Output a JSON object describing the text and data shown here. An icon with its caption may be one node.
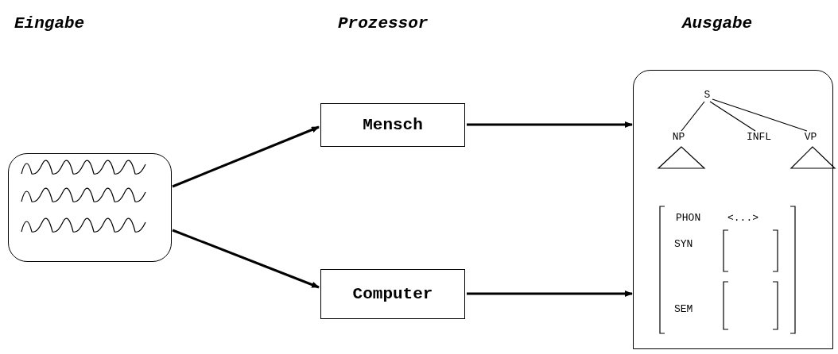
{
  "diagram": {
    "nodes": [
      {
        "text": [],
        "shape": "picture"
      },
      {
        "text": [
          "Mensch"
        ]
      },
      {
        "text": [
          "Computer"
        ]
      },
      {
        "text": [],
        "shape": "box"
      },
      {
        "text": [
          "S"
        ],
        "in": 3
      },
      {
        "text": [
          "NP"
        ],
        "in": 3
      },
      {
        "text": [
          "INFL"
        ],
        "in": 3
      },
      {
        "text": [
          "VP"
        ],
        "in": 3
      }
    ],
    "edges": [
      {
        "from": 0,
        "to": 1,
        "arrow": "to"
      },
      {
        "from": 0,
        "to": 2,
        "arrow": "to"
      },
      {
        "from": 1,
        "to": 3,
        "arrow": "to"
      },
      {
        "from": 2,
        "to": 3,
        "arrow": "to"
      },
      {
        "from": 4,
        "to": 5,
        "arrow": "none"
      },
      {
        "from": 4,
        "to": 6,
        "arrow": "none"
      },
      {
        "from": 4,
        "to": 7,
        "arrow": "none"
      }
    ],
    "labels": [
      "Eingabe",
      "Prozessor",
      "Ausgabe",
      "PHON",
      "<...>",
      "SYN",
      "SEM"
    ]
  }
}
